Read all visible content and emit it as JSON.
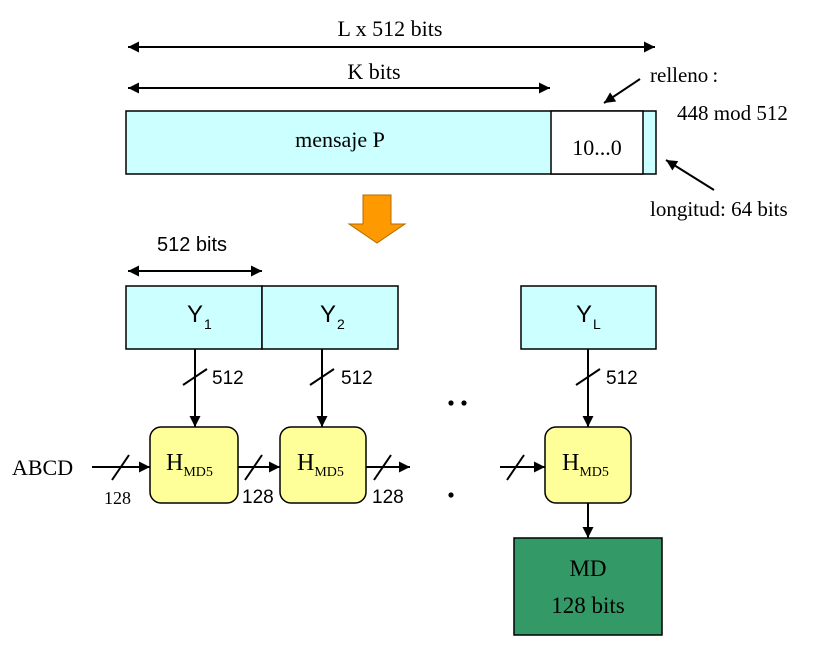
{
  "top": {
    "total_length_label": "L x 512 bits",
    "k_bits_label": "K bits",
    "message_label": "mensaje P",
    "padding_value": "10...0",
    "relleno_label": "relleno",
    "relleno_colon": ":",
    "relleno_value": "448 mod 512",
    "length_field_label": "longitud: 64 bits"
  },
  "blocks": {
    "width_label": "512 bits",
    "y1_main": "Y",
    "y1_sub": "1",
    "y2_main": "Y",
    "y2_sub": "2",
    "yl_main": "Y",
    "yl_sub": "L"
  },
  "stage": {
    "input_512_a": "512",
    "input_512_b": "512",
    "input_512_c": "512",
    "h_main_1": "H",
    "h_sub_1": "MD5",
    "h_main_2": "H",
    "h_sub_2": "MD5",
    "h_main_3": "H",
    "h_sub_3": "MD5",
    "abcd_label": "ABCD",
    "chain_128_a": "128",
    "chain_128_b": "128",
    "chain_128_c": "128"
  },
  "output": {
    "md_label": "MD",
    "md_size": "128 bits"
  },
  "colors": {
    "block_fill": "#ccffff",
    "h_fill": "#ffff99",
    "output_fill": "#339966",
    "down_arrow_fill": "#ff9900"
  }
}
